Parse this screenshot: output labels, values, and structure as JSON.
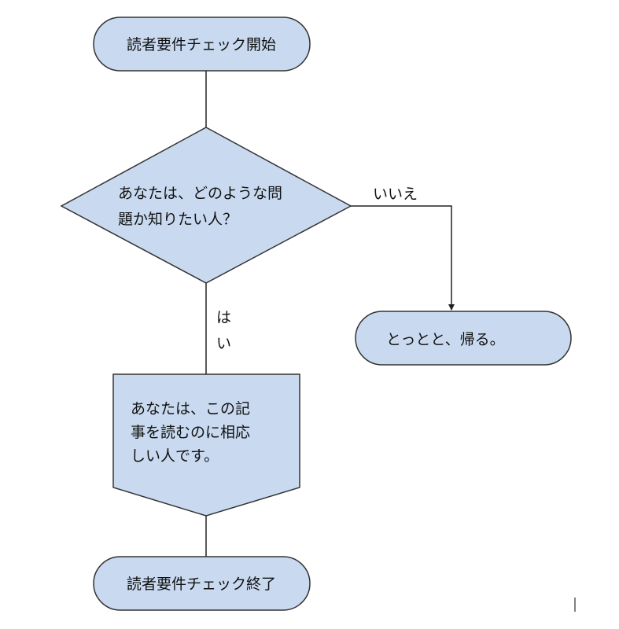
{
  "colors": {
    "node_fill": "#c9daf0",
    "node_stroke": "#333333",
    "edge": "#222222",
    "text": "#111111"
  },
  "nodes": {
    "start": {
      "shape": "terminal",
      "text": "読者要件チェック開始"
    },
    "question": {
      "shape": "decision",
      "line1": "あなたは、どのような問",
      "line2": "題か知りたい人？"
    },
    "no_result": {
      "shape": "terminal",
      "text": "とっとと、帰る。"
    },
    "yes_result": {
      "shape": "off-page-connector",
      "line1": "あなたは、この記",
      "line2": "事を読むのに相応",
      "line3": "しい人です。"
    },
    "end": {
      "shape": "terminal",
      "text": "読者要件チェック終了"
    }
  },
  "edges": {
    "no_label": "いいえ",
    "yes_label_1": "は",
    "yes_label_2": "い"
  }
}
